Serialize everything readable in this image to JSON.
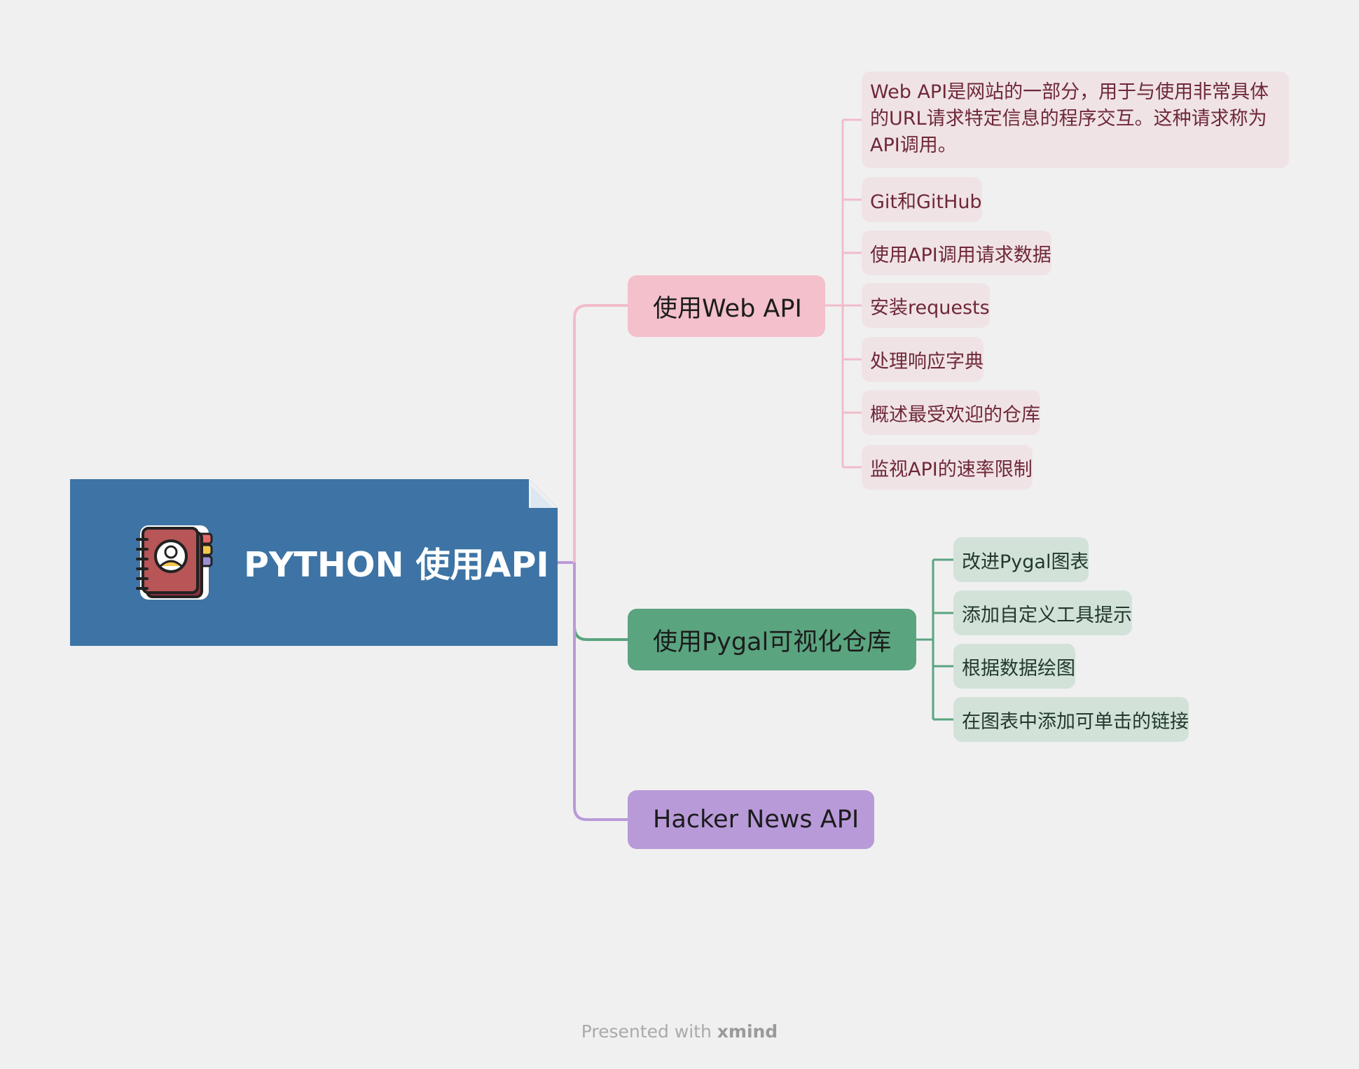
{
  "root": {
    "title": "PYTHON 使用API",
    "icon": "notebook-contact-icon"
  },
  "branches": [
    {
      "label": "使用Web API",
      "color": "#f3c0cb",
      "line_color": "#f2bccb",
      "leaf_color": "#f0e3e5",
      "leaves": [
        "Web API是网站的一部分，用于与使用非常具体的URL请求特定信息的程序交互。这种请求称为API调用。",
        "Git和GitHub",
        "使用API调用请求数据",
        "安装requests",
        "处理响应字典",
        "概述最受欢迎的仓库",
        "监视API的速率限制"
      ]
    },
    {
      "label": "使用Pygal可视化仓库",
      "color": "#5aa47f",
      "line_color": "#5aa47f",
      "leaf_color": "#d2e2d9",
      "leaves": [
        "改进Pygal图表",
        "添加自定义工具提示",
        "根据数据绘图",
        "在图表中添加可单击的链接"
      ]
    },
    {
      "label": "Hacker News API",
      "color": "#b89ad9",
      "line_color": "#b99ad9",
      "leaves": []
    }
  ],
  "footer": {
    "prefix": "Presented with ",
    "brand": "xmind"
  }
}
